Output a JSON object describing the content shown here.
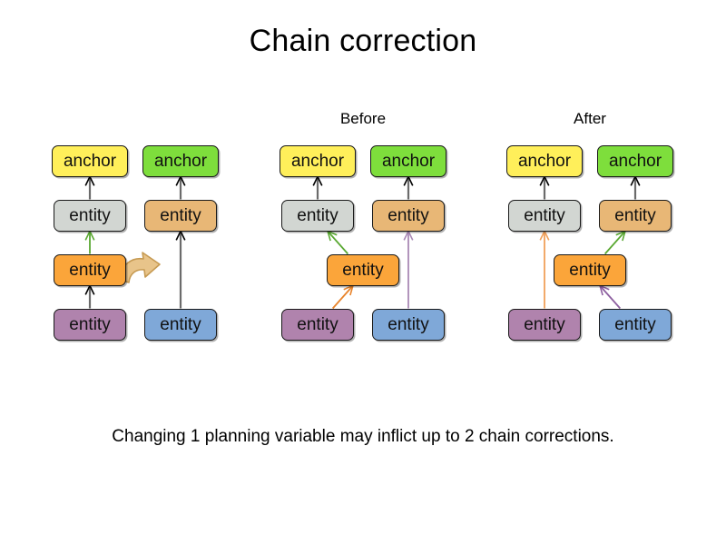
{
  "slide": {
    "title": "Chain correction",
    "caption": "Changing 1 planning variable may inflict up to 2 chain corrections.",
    "labels": {
      "before": "Before",
      "after": "After"
    }
  },
  "colors": {
    "anchor_yellow": "#ffef5a",
    "anchor_green": "#7ede3c",
    "entity_grey": "#d2d6d2",
    "entity_tan": "#e8b776",
    "entity_orange": "#fba53a",
    "entity_purple": "#b083ad",
    "entity_blue": "#7fa8d8",
    "arrow_grey": "#6b6b6b",
    "arrow_green": "#5aa832",
    "arrow_orange": "#e8832a",
    "arrow_purple": "#8d5fa0",
    "arrow_mauve": "#a989b5",
    "arrow_lightorange": "#f0a05a",
    "move_arrow_fill": "#e8c48a",
    "move_arrow_stroke": "#c69a52",
    "outline": "#1a1a1a"
  },
  "panels": [
    {
      "id": "initial",
      "label": "",
      "nodes": [
        {
          "id": "p1-anchor-a",
          "text": "anchor",
          "color": "anchor_yellow",
          "kind": "anchor"
        },
        {
          "id": "p1-anchor-b",
          "text": "anchor",
          "color": "anchor_green",
          "kind": "anchor"
        },
        {
          "id": "p1-entity-a2",
          "text": "entity",
          "color": "entity_grey",
          "kind": "entity"
        },
        {
          "id": "p1-entity-b2",
          "text": "entity",
          "color": "entity_tan",
          "kind": "entity"
        },
        {
          "id": "p1-entity-a3",
          "text": "entity",
          "color": "entity_orange",
          "kind": "entity"
        },
        {
          "id": "p1-entity-a4",
          "text": "entity",
          "color": "entity_purple",
          "kind": "entity"
        },
        {
          "id": "p1-entity-b4",
          "text": "entity",
          "color": "entity_blue",
          "kind": "entity"
        }
      ],
      "edges": [
        {
          "from": "p1-entity-a2",
          "to": "p1-anchor-a",
          "color": "arrow_grey"
        },
        {
          "from": "p1-entity-b2",
          "to": "p1-anchor-b",
          "color": "arrow_grey"
        },
        {
          "from": "p1-entity-a3",
          "to": "p1-entity-a2",
          "color": "arrow_green"
        },
        {
          "from": "p1-entity-b4",
          "to": "p1-entity-b2",
          "color": "arrow_grey"
        },
        {
          "from": "p1-entity-a4",
          "to": "p1-entity-a3",
          "color": "arrow_grey"
        }
      ],
      "move_arrow": true
    },
    {
      "id": "before",
      "label": "Before",
      "nodes": [
        {
          "id": "p2-anchor-a",
          "text": "anchor",
          "color": "anchor_yellow",
          "kind": "anchor"
        },
        {
          "id": "p2-anchor-b",
          "text": "anchor",
          "color": "anchor_green",
          "kind": "anchor"
        },
        {
          "id": "p2-entity-a2",
          "text": "entity",
          "color": "entity_grey",
          "kind": "entity"
        },
        {
          "id": "p2-entity-b2",
          "text": "entity",
          "color": "entity_tan",
          "kind": "entity"
        },
        {
          "id": "p2-entity-m3",
          "text": "entity",
          "color": "entity_orange",
          "kind": "entity"
        },
        {
          "id": "p2-entity-a4",
          "text": "entity",
          "color": "entity_purple",
          "kind": "entity"
        },
        {
          "id": "p2-entity-b4",
          "text": "entity",
          "color": "entity_blue",
          "kind": "entity"
        }
      ],
      "edges": [
        {
          "from": "p2-entity-a2",
          "to": "p2-anchor-a",
          "color": "arrow_grey"
        },
        {
          "from": "p2-entity-b2",
          "to": "p2-anchor-b",
          "color": "arrow_grey"
        },
        {
          "from": "p2-entity-m3",
          "to": "p2-entity-a2",
          "color": "arrow_green"
        },
        {
          "from": "p2-entity-a4",
          "to": "p2-entity-m3",
          "color": "arrow_orange"
        },
        {
          "from": "p2-entity-b4",
          "to": "p2-entity-b2",
          "color": "arrow_mauve"
        }
      ],
      "move_arrow": false
    },
    {
      "id": "after",
      "label": "After",
      "nodes": [
        {
          "id": "p3-anchor-a",
          "text": "anchor",
          "color": "anchor_yellow",
          "kind": "anchor"
        },
        {
          "id": "p3-anchor-b",
          "text": "anchor",
          "color": "anchor_green",
          "kind": "anchor"
        },
        {
          "id": "p3-entity-a2",
          "text": "entity",
          "color": "entity_grey",
          "kind": "entity"
        },
        {
          "id": "p3-entity-b2",
          "text": "entity",
          "color": "entity_tan",
          "kind": "entity"
        },
        {
          "id": "p3-entity-m3",
          "text": "entity",
          "color": "entity_orange",
          "kind": "entity"
        },
        {
          "id": "p3-entity-a4",
          "text": "entity",
          "color": "entity_purple",
          "kind": "entity"
        },
        {
          "id": "p3-entity-b4",
          "text": "entity",
          "color": "entity_blue",
          "kind": "entity"
        }
      ],
      "edges": [
        {
          "from": "p3-entity-a2",
          "to": "p3-anchor-a",
          "color": "arrow_grey"
        },
        {
          "from": "p3-entity-b2",
          "to": "p3-anchor-b",
          "color": "arrow_grey"
        },
        {
          "from": "p3-entity-a4",
          "to": "p3-entity-a2",
          "color": "arrow_lightorange"
        },
        {
          "from": "p3-entity-m3",
          "to": "p3-entity-b2",
          "color": "arrow_green"
        },
        {
          "from": "p3-entity-b4",
          "to": "p3-entity-m3",
          "color": "arrow_purple"
        }
      ],
      "move_arrow": false
    }
  ],
  "geometry": {
    "rows": {
      "anchor": 177,
      "entity2": 237,
      "entity3": 297,
      "entity4": 357
    },
    "columns": {
      "p1-left": 99,
      "p1-right": 199,
      "p2-left": 350,
      "p2-right": 450,
      "p2-mid": 400,
      "p3-left": 600,
      "p3-right": 700,
      "p3-mid": 650
    }
  }
}
